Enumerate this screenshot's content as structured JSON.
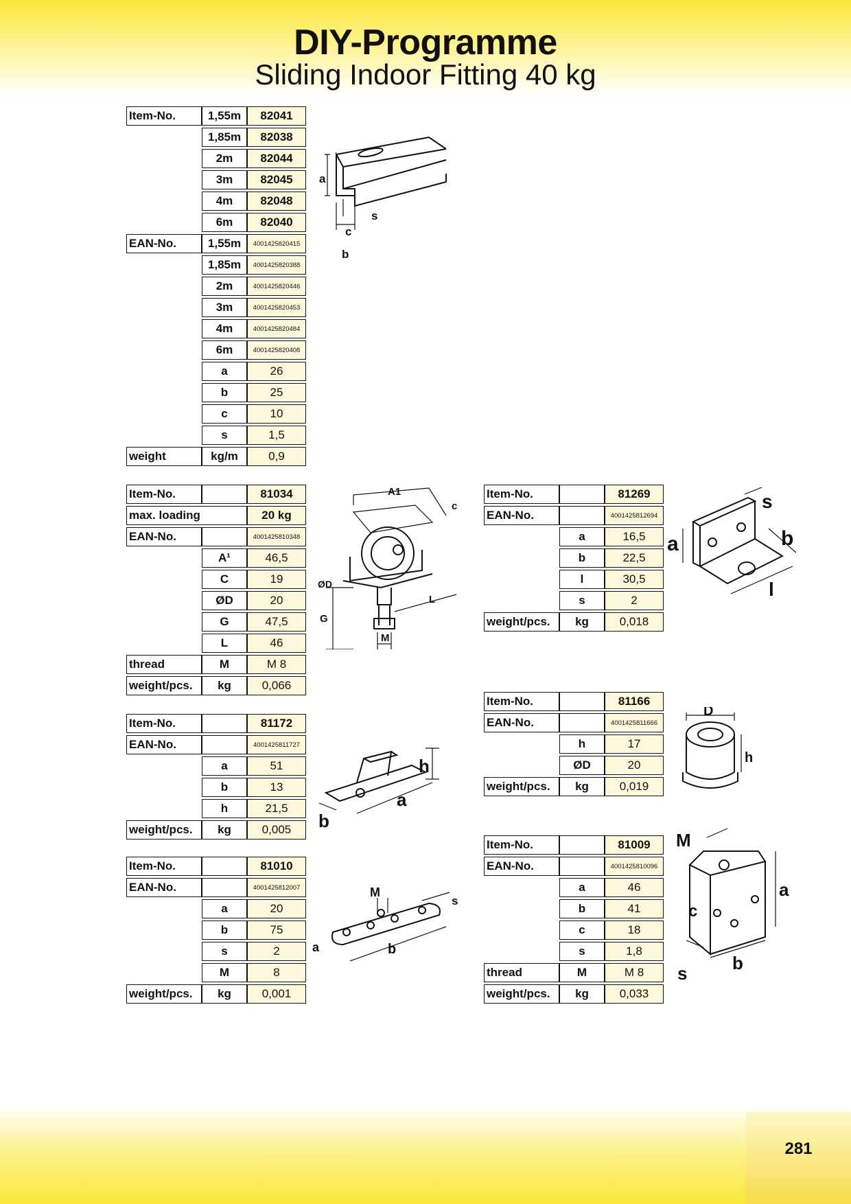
{
  "header": {
    "title": "DIY-Programme",
    "subtitle": "Sliding Indoor Fitting 40 kg"
  },
  "page_number": "281",
  "tables": {
    "rail": [
      [
        "Item-No.",
        "1,55m",
        "82041"
      ],
      [
        "",
        "1,85m",
        "82038"
      ],
      [
        "",
        "2m",
        "82044"
      ],
      [
        "",
        "3m",
        "82045"
      ],
      [
        "",
        "4m",
        "82048"
      ],
      [
        "",
        "6m",
        "82040"
      ],
      [
        "EAN-No.",
        "1,55m",
        "4001425820415"
      ],
      [
        "",
        "1,85m",
        "4001425820388"
      ],
      [
        "",
        "2m",
        "4001425820446"
      ],
      [
        "",
        "3m",
        "4001425820453"
      ],
      [
        "",
        "4m",
        "4001425820484"
      ],
      [
        "",
        "6m",
        "4001425820408"
      ],
      [
        "",
        "a",
        "26"
      ],
      [
        "",
        "b",
        "25"
      ],
      [
        "",
        "c",
        "10"
      ],
      [
        "",
        "s",
        "1,5"
      ],
      [
        "weight",
        "kg/m",
        "0,9"
      ]
    ],
    "trolley": [
      [
        "Item-No.",
        "",
        "81034"
      ],
      [
        "max. loading",
        "",
        "20 kg"
      ],
      [
        "EAN-No.",
        "",
        "4001425810348"
      ],
      [
        "",
        "A¹",
        "46,5"
      ],
      [
        "",
        "C",
        "19"
      ],
      [
        "",
        "ØD",
        "20"
      ],
      [
        "",
        "G",
        "47,5"
      ],
      [
        "",
        "L",
        "46"
      ],
      [
        "thread",
        "M",
        "M 8"
      ],
      [
        "weight/pcs.",
        "kg",
        "0,066"
      ]
    ],
    "stopper": [
      [
        "Item-No.",
        "",
        "81172"
      ],
      [
        "EAN-No.",
        "",
        "4001425811727"
      ],
      [
        "",
        "a",
        "51"
      ],
      [
        "",
        "b",
        "13"
      ],
      [
        "",
        "h",
        "21,5"
      ],
      [
        "weight/pcs.",
        "kg",
        "0,005"
      ]
    ],
    "plate": [
      [
        "Item-No.",
        "",
        "81010"
      ],
      [
        "EAN-No.",
        "",
        "4001425812007"
      ],
      [
        "",
        "a",
        "20"
      ],
      [
        "",
        "b",
        "75"
      ],
      [
        "",
        "s",
        "2"
      ],
      [
        "",
        "M",
        "8"
      ],
      [
        "weight/pcs.",
        "kg",
        "0,001"
      ]
    ],
    "bracket": [
      [
        "Item-No.",
        "",
        "81269"
      ],
      [
        "EAN-No.",
        "",
        "4001425812694"
      ],
      [
        "",
        "a",
        "16,5"
      ],
      [
        "",
        "b",
        "22,5"
      ],
      [
        "",
        "l",
        "30,5"
      ],
      [
        "",
        "s",
        "2"
      ],
      [
        "weight/pcs.",
        "kg",
        "0,018"
      ]
    ],
    "guide": [
      [
        "Item-No.",
        "",
        "81166"
      ],
      [
        "EAN-No.",
        "",
        "4001425811666"
      ],
      [
        "",
        "h",
        "17"
      ],
      [
        "",
        "ØD",
        "20"
      ],
      [
        "weight/pcs.",
        "kg",
        "0,019"
      ]
    ],
    "end_cap": [
      [
        "Item-No.",
        "",
        "81009"
      ],
      [
        "EAN-No.",
        "",
        "4001425810096"
      ],
      [
        "",
        "a",
        "46"
      ],
      [
        "",
        "b",
        "41"
      ],
      [
        "",
        "c",
        "18"
      ],
      [
        "",
        "s",
        "1,8"
      ],
      [
        "thread",
        "M",
        "M 8"
      ],
      [
        "weight/pcs.",
        "kg",
        "0,033"
      ]
    ]
  },
  "drawing_labels": {
    "rail": [
      "a",
      "s",
      "c",
      "b"
    ],
    "trolley": [
      "A1",
      "c",
      "ØD",
      "L",
      "G",
      "M"
    ],
    "stopper": [
      "h",
      "a",
      "b"
    ],
    "plate": [
      "M",
      "s",
      "b",
      "a"
    ],
    "bracket": [
      "s",
      "a",
      "b",
      "l"
    ],
    "guide": [
      "D",
      "h"
    ],
    "end_cap": [
      "M",
      "a",
      "c",
      "b",
      "s"
    ]
  }
}
